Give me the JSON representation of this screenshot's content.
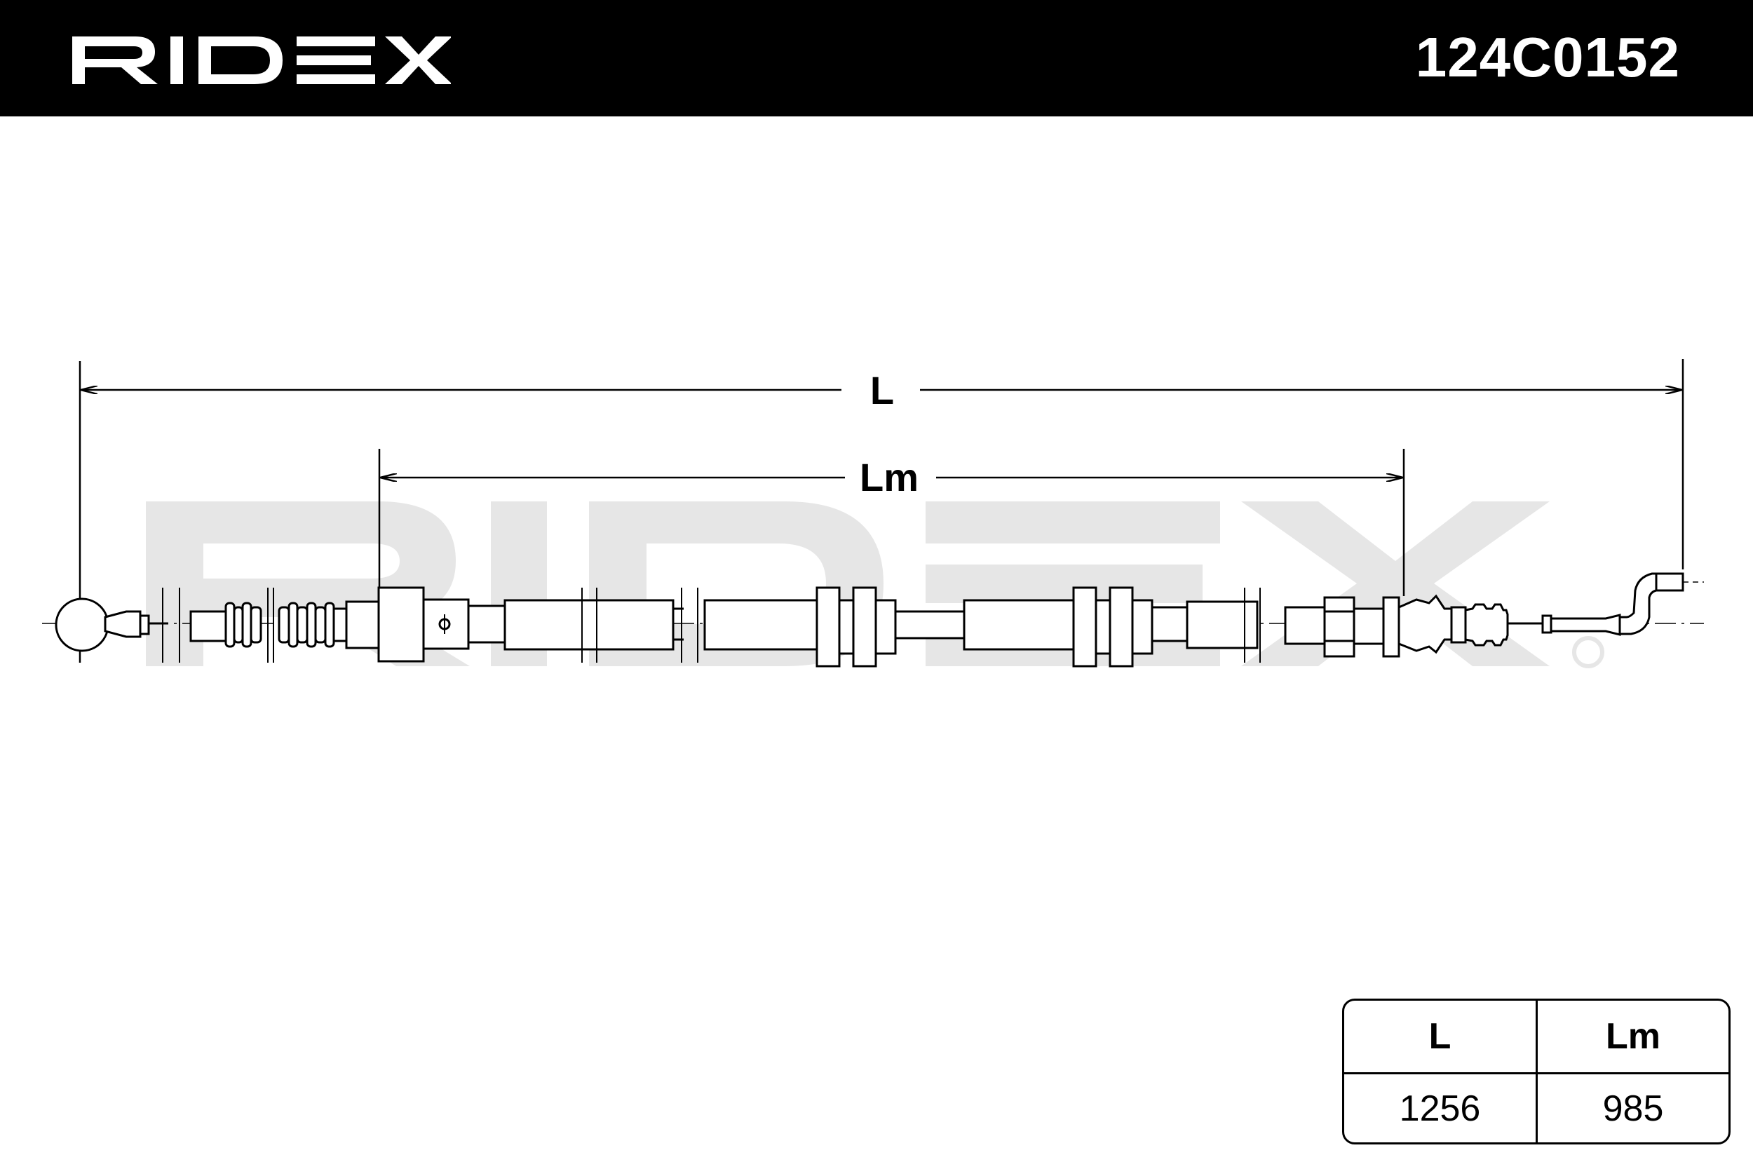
{
  "brand": {
    "name": "RIDEX",
    "registered_mark": "®"
  },
  "part_number": "124C0152",
  "dimension_labels": {
    "overall": "L",
    "middle": "Lm"
  },
  "table": {
    "headers": [
      "L",
      "Lm"
    ],
    "values": [
      "1256",
      "985"
    ]
  },
  "colors": {
    "header_bg": "#000000",
    "line": "#000000",
    "watermark": "#e6e6e6",
    "background": "#ffffff"
  }
}
